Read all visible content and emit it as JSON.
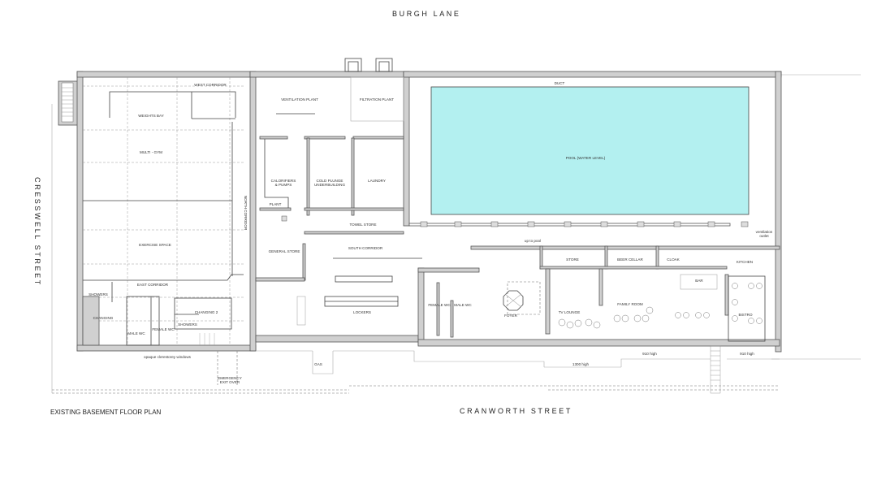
{
  "drawing": {
    "title": "EXISTING BASEMENT FLOOR PLAN",
    "streets": {
      "north": "BURGH LANE",
      "west": "CRESSWELL STREET",
      "south": "CRANWORTH STREET"
    },
    "colors": {
      "pool_water": "#b3f0f0",
      "wall_fill": "#d0d0d0",
      "line": "#444444"
    }
  },
  "rooms": {
    "west_corridor": "WEST CORRIDOR",
    "weights_bay": "WEIGHTS BAY",
    "multi_gym": "MULTI - GYM",
    "north_corridor": "NORTH CORRIDOR",
    "exercise_space": "EXERCISE SPACE",
    "east_corridor": "EAST CORRIDOR",
    "showers_1": "SHOWERS",
    "changing": "CHANGING",
    "male_wc_1": "MALE WC",
    "female_wc_1": "FEMALE WC",
    "showers_2": "SHOWERS",
    "changing_2": "CHANGING 2",
    "ventilation_plant": "VENTILATION PLANT",
    "filtration_plant": "FILTRATION PLANT",
    "calorifiers": "CALORIFIERS",
    "calorifiers_2": "& PUMPS",
    "cold_plunge": "COLD PLUNGE",
    "cold_plunge_2": "UNDERBUILDING",
    "laundry": "LAUNDRY",
    "plant": "PLANT",
    "towel_store": "TOWEL STORE",
    "general_store": "GENERAL STORE",
    "south_corridor": "SOUTH CORRIDOR",
    "lockers": "LOCKERS",
    "gas": "GAS",
    "duct": "DUCT",
    "pool": "POOL (WATER LEVEL)",
    "up_to_pool": "up to pool",
    "store": "STORE",
    "beer_cellar": "BEER CELLAR",
    "cloak": "CLOAK",
    "kitchen": "KITCHEN",
    "ventilation_outlet": "ventilation",
    "ventilation_outlet_2": "outlet",
    "female_wc_2": "FEMALE WC",
    "male_wc_2": "MALE WC",
    "foyer": "FOYER",
    "tv_lounge": "TV LOUNGE",
    "family_room": "FAMILY ROOM",
    "bar": "BAR",
    "bistro": "BISTRO"
  },
  "annotations": {
    "clerestorey": "opaque clerestorey windows",
    "emergency_1": "EMERGENCY",
    "emergency_2": "EXIT OVER",
    "wall_1300": "1300 high",
    "wall_910a": "910 high",
    "wall_910b": "910 high"
  }
}
